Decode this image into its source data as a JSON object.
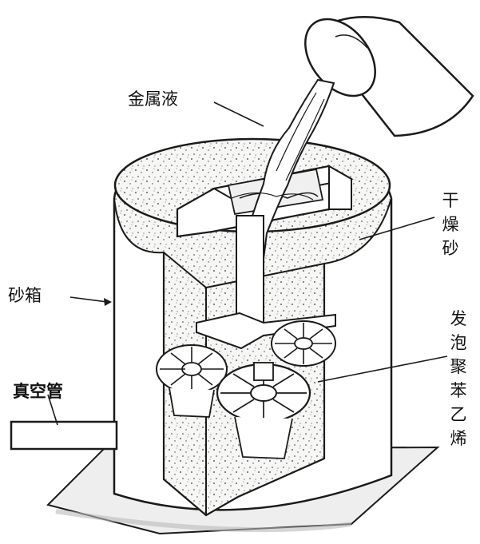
{
  "labels": {
    "molten_metal": "金属液",
    "dry_sand": "干燥砂",
    "sand_box": "砂箱",
    "vacuum_pipe": "真空管",
    "eps_foam": "发泡聚苯乙烯"
  },
  "colors": {
    "line": "#1a1a1a",
    "sand": "#f6f6f4",
    "foam": "#ffffff",
    "shadow": "#c9c9c9"
  }
}
